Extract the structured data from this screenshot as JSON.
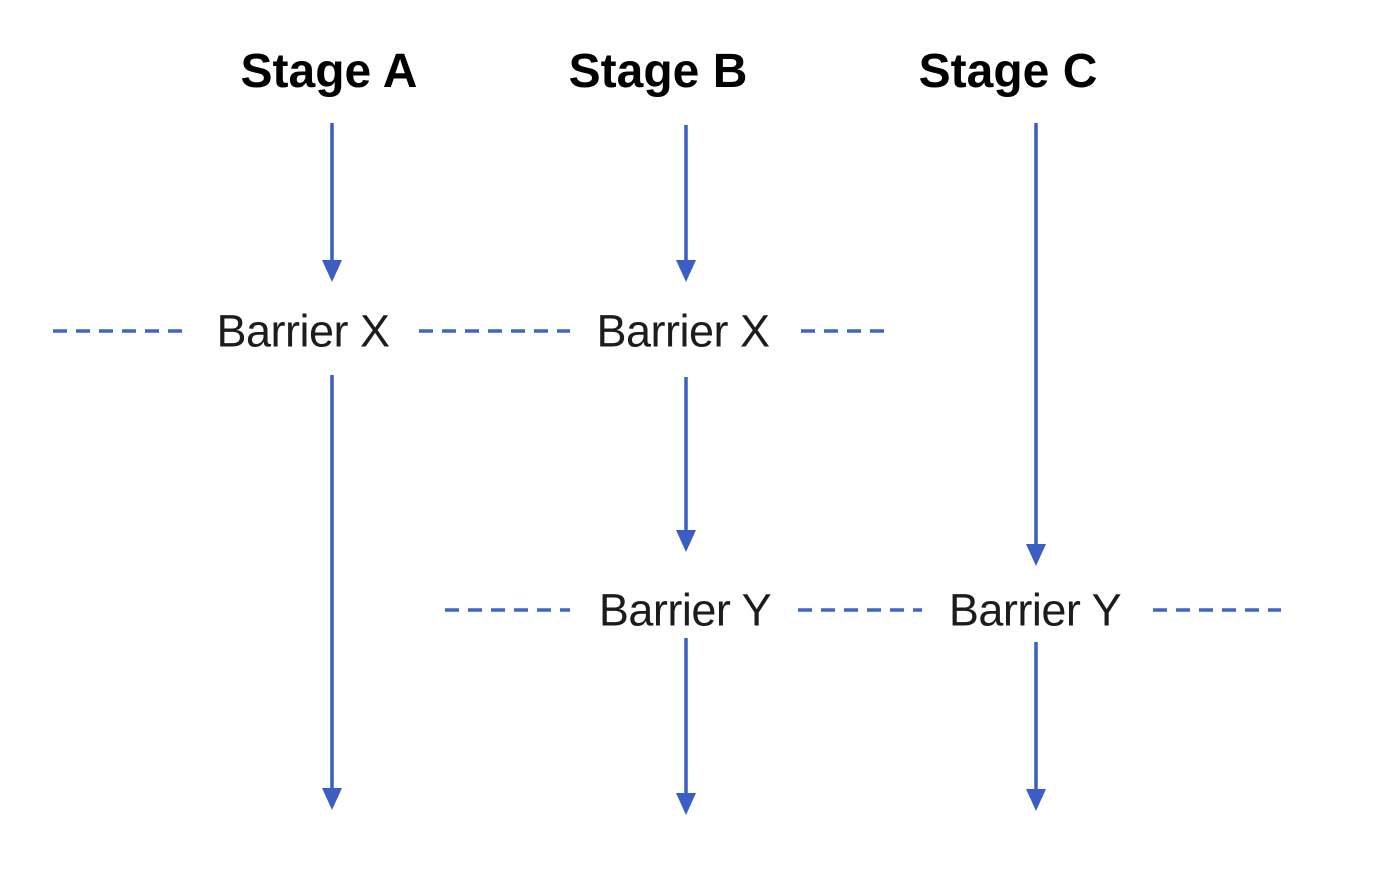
{
  "diagram": {
    "stages": [
      {
        "label": "Stage A"
      },
      {
        "label": "Stage B"
      },
      {
        "label": "Stage C"
      }
    ],
    "barrier_x_label": "Barrier X",
    "barrier_y_label": "Barrier Y",
    "colors": {
      "arrow": "#3a5ec4",
      "dash": "#4065c8",
      "stage_text": "#000000",
      "barrier_text": "#1c1c1c",
      "background": "#ffffff"
    }
  }
}
